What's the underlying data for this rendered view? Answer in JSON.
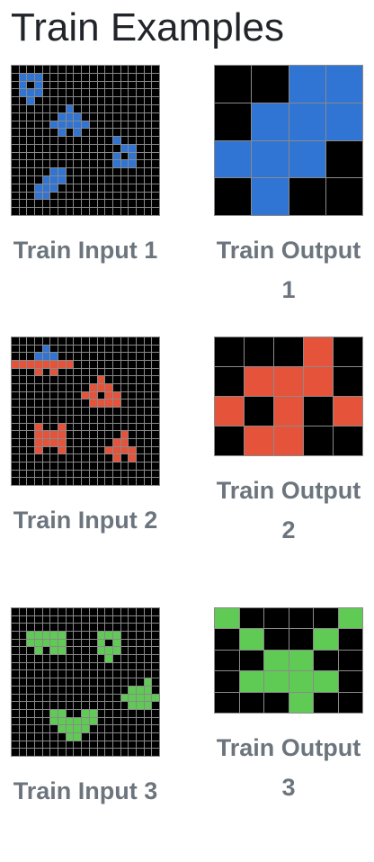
{
  "page": {
    "title": "Train Examples"
  },
  "palette": {
    "0": "#000000",
    "1": "#3074d4",
    "2": "#e6533b",
    "3": "#5fcb55"
  },
  "examples": [
    {
      "input_label": "Train Input 1",
      "output_label": "Train Output 1",
      "input": [
        "0000000000000000000",
        "0111000000000000000",
        "0101000000000000000",
        "0111000000000000000",
        "0010000000000000000",
        "0000000100000000000",
        "0000001110000000000",
        "0000011111000000000",
        "0000001010000000000",
        "0000000000000100000",
        "0000000000000011000",
        "0000000000000101000",
        "0000000000000111000",
        "0000011000000000000",
        "0000111000000000000",
        "0001110000000000000",
        "0001100000000000000",
        "0000000000000000000",
        "0000000000000000000"
      ],
      "output": [
        "0011",
        "0111",
        "1110",
        "0100"
      ]
    },
    {
      "input_label": "Train Input 2",
      "output_label": "Train Output 2",
      "input": [
        "0000000000000000000",
        "0000100000000000000",
        "0001110000000000000",
        "2222222200000000000",
        "0002020000000000000",
        "0000000000020000000",
        "0000000000222000000",
        "0000000002202200000",
        "0000000000222200000",
        "0000000000000000000",
        "0000000000000000000",
        "0002002000000000000",
        "0002222000000020000",
        "0002222000000220000",
        "0002002000002222000",
        "0000000000000202000",
        "0000000000000000000",
        "0000000000000000000",
        "0000000000000000000"
      ],
      "output": [
        "00020",
        "02220",
        "20202",
        "02200"
      ]
    },
    {
      "input_label": "Train Input 3",
      "output_label": "Train Output 3",
      "input": [
        "0000000000000000000",
        "0000000000000000000",
        "0000000000000000000",
        "0033333000033300000",
        "0033333000030300000",
        "0003033000033300000",
        "0000000000003000000",
        "0000000000000000000",
        "0000000000000000000",
        "0000000000000000030",
        "0000000000000003330",
        "0000000000000033333",
        "0000000000000003330",
        "0000033003300000000",
        "0000033333300000000",
        "0000003333000000000",
        "0000000330000000000",
        "0000000000000000000",
        "0000000000000000000"
      ],
      "output": [
        "300003",
        "030030",
        "003300",
        "033330",
        "000300"
      ]
    }
  ]
}
